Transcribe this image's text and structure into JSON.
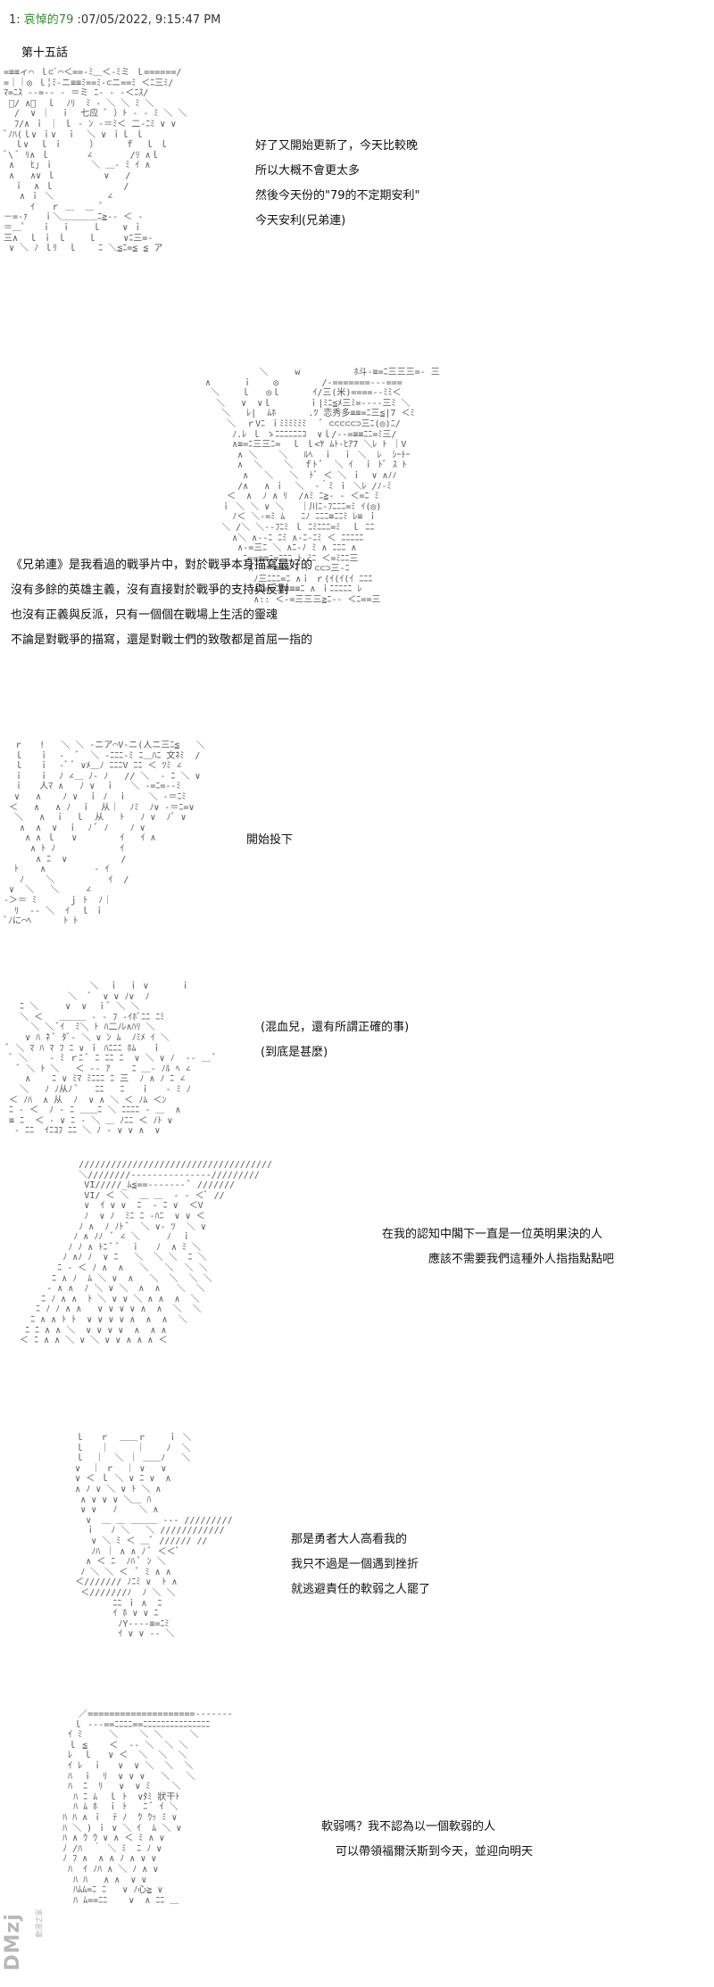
{
  "post": {
    "number": "1:",
    "author": "哀悼的79",
    "timestamp": ":07/05/2022, 9:15:47 PM"
  },
  "chapter_title": "第十五話",
  "panels": [
    {
      "art": "=≡≡ィ⌒ ｌ⊂ﾞ⌒＜==‐ﾐ＿＜‐ﾐミ ｌ======/\n=｜｜◎ ｌ╎ﾐ‐ニ≡≡ﾐ==ﾐ‐⊂ニ==ﾐ ＜ﾆ三ﾐ/\nﾏ=ﾆｽ ‐‐=‐‐ ‐ ＝ミ ﾆ‐ ‐ ‐＜ﾆｽ/\n ﾟ/ ∧｜  ｌ  ﾉﾘ  ﾐ ‐ ＼ ＼ ﾐ ＼\n  /  ∨ ｜  ｉ  七应 ﾞ ）ﾄ ‐ ‐ ﾐ ＼ ＼\n  ﾌ/∧ ｉ ｜ ｌ ‐ ﾝ ‐＝ﾐ＜ 二‐ﾆﾐ ∨ ∨\nﾞﾉﾊ(ｌ∨ ｉ∨  ｉ  ＼ ∨ ｉｌ ｌ\n  ｌ∨  ｌ ｉ     ）     ｆ  ｌ ｌ\nﾞ\\ ﾞ ﾘ∧ ｌ       ∠       /ﾘ ∧ｌ\n ∧   ﾋ｣ ｉ       ＼ ＿‐ ﾐ ｲ ∧\n ∧   ∧∨ ｌ         ∨   /\n  ｉ  ∧ ｌ             /\n   ∧ ｉ ＼          ∠\n     ｲ   ｒ ＿  ＿ ﾟ\n－=‐ｧ   ｉ＼＿＿＿＿ﾆ≧-‐ ＜ ‐\n＝＿ﾟ   ｉ  ｉ    ｌ    ∨ ｉ\n三∧  ｌ ｉ ｌ    ｌ     ∨ﾆ三=‐\n ∨ ＼ ﾉ ｌﾘ  ｌ    ﾆ ＼≦ﾆ=≦ ≦ ア",
      "lines": [
        "好了又開始更新了，今天比較晚",
        "所以大概不會更太多",
        "然後今天份的\"79的不定期安利\"",
        "今天安利(兄弟連)"
      ]
    },
    {
      "art": "            ＼     w          ﾎ斗‐≡=ﾆ三三三=‐ 三\n  ∧      ｉ    ◎        /‐=======‐‐‐===\n   ＼    ｌ   ◎ｌ      ｲ/三(米)====‐‐ﾐﾐ＜\n    ＼   ∨  ∨ｌ       ｉ|ﾐﾆ≦ﾒ三ﾐ=-‐‐‐三ﾐ ＼\n     ＼   ﾚ|  ﾑﾎ      .ﾂ 恋秀多≡≡=ﾆ三≦|7 ＜ﾐ\n      ＼  ｒVﾆ ｉﾐﾐﾐﾐﾐﾐ   ﾞ ⊂⊂⊂⊂⊂⊃三ﾆ(◎)ﾆ/\n       ﾉ.ﾚ ｌ ゝﾆﾆﾆﾆﾆﾆｺ  ∨ｌ/‐‐=≡≡ﾆﾆ=ﾐ三/\n       ∧≡=ﾆ三三ﾆ=  ｌ ｌ<ﾔ ﾑﾄ‐ﾋｱ7 ＼ﾚ ﾄ ｜V\n        ∧ ＼    ＼   ﾙﾍ  ｉ  ｉ ＼  ﾚ  ｼｰﾄｰ\n        ∧  ＼    ＼  ｆﾄ ﾞ  ＼ ｲ  ｉ ﾄﾞ ｽ ﾄ\n         ∧   ＼   ＼  ﾄﾞ ＜ ＼ ｉ  ∨ ∧ﾉﾉ\n        /∧   ∧ ｉ  ＼  ‐｀ﾐ ｉ ＼ﾚ /ﾉ‐ﾐ\n      ＜  ∧  ﾉ ∧ ﾘ  /∧ﾐ ﾆ≧‐ ‐ ＜=ﾆ ﾐ\n     ｉ ＼ ＼ ∨ ＼   ｜川ﾆ‐ﾌﾆﾆﾆ=ﾐ ｲ(◎)\n       ﾉ＜ ＼‐=ﾐ ﾑ   ﾆﾉ ﾆﾆﾆ≡ﾆﾆﾐ ﾚ≡ ｉ\n     ＼ /＼ ＼‐‐ﾌﾆﾐ ｌ ﾆﾐﾆﾆﾆ=ﾐ  ｌ ﾆﾆ\n       ∧＼ ∧-‐ﾆ ﾆﾐ ∧‐ﾆ‐ﾆﾐ ＜ ﾆﾆﾆﾆﾆ\n        ∧‐=三ﾆ ＼ ∧ﾆ‐ﾉ ﾐ ∧ ﾆﾆﾆ ∧\n         ﾆ==≡≡ﾆ=ﾆﾆﾆ ﾄ ﾐﾆ ＜=ﾐﾆﾆ三\n          ∧‐‐＝≡≡≡ ﾐ ﾄ ⊂⊂⊃三‐ﾆ\n           ﾉ三ﾆﾆﾆ=ﾆ ∧ｉ ｒ(ｲ(ｲ(ｲ ﾆﾆﾆ\n           ∧ﾆ==ﾆ≡≡≡≡ﾆ ∧ ｉﾆﾆﾆﾆﾆ ﾚ\n           ∧:: ＜‐=三三三≧ﾆ‐‐ ＜ﾆ==三",
      "lines": [
        "《兄弟連》是我看過的戰爭片中，對於戰爭本身描寫最好的",
        "沒有多餘的英雄主義，沒有直接對於戰爭的支持與反對",
        "也沒有正義與反派，只有一個個在戰場上生活的靈魂",
        "不論是對戰爭的描寫，還是對戰士們的致敬都是首屈一指的"
      ]
    },
    {
      "art": "  ｒ   !   ＼ ＼ ‐ニア⌒V‐ニ(人ニ三ﾆ≦   ＼\n  ｌ   ｉ  ‐  ﾞ  ＼ ‐ﾆﾆﾆ‐ﾐ ﾆ＿ﾊﾆ 文ﾈﾐ  /\n  ｌ   ｉ  ‐ﾞ ﾞ ∨ﾒ＿ﾉ ﾆﾆﾆV ﾆﾆ ＜ ﾂﾐ ∠\n  ｉ   ｉ  ﾉ ∠＿ ﾉ‐ ﾉ   // ＼  ‐ ﾆ ＼ ∨\n  ｉ   人ﾏ ∧   ﾉ ∨  ｉ   ＼ ‐=ﾆ=‐‐ﾐ\n  ∨   ∧    ﾉ ∨  ｉ ﾉ  ｉ    ＼ ‐＝ﾆﾐ\n ＜   ∧   ∧ ﾉ  ｉ  从｜  ﾉﾐ  ﾉ∨ ‐＝ﾆ=∨\n  ＼   ∧  ｉ  ｌ  从   ﾄ   ﾉ ∨  ﾉﾞ ∨\n   ∧  ∧  ∨  ｉ  ﾉ ﾞ ﾉ    ﾉ ∨\n    ∧ ∧ ｌ   ∨        ｲ   ｲ ∧\n     ∧ ﾄ ﾉ            ｲ\n      ∧ ﾆ  ∨          /\n  ﾄ    ∧         ‐ ｲ\n   ﾉ    ＼          ｲ  /\n ∨  ＼   ＼     ∠\n‐＞＝ ﾐ      ｊ ﾄ  ﾉ｜\n  ﾘ  ‐‐ ＼  ｲ  ｌ ｉ\nﾞﾉに⌒ﾍ      ﾄ ﾄ",
      "lines": [
        "開始投下"
      ]
    },
    {
      "art": "                ＼  ｉ  ｉ ∨      ｉ\n            ＼  ﾞ  ∨ ∨ ﾉ∨  ﾉ\n   ﾆ ＼     ∨  ∨  ｉﾞ ＼ ＼\n   ＼ ＜   ＿＿＿ ‐ ‐ ﾌ ‐ｲﾎﾞﾆﾆ ﾆﾐ\n     ＼ ＼ ﾞｲ  ﾐ＼ ﾄ ﾊ二ﾉﾚ∧ﾊﾘ ＼\n    ∨ ﾊ ﾈ ﾞ ﾀﾞ‐ ＼ ∨ ﾝ ﾑ  ﾉﾐﾒ ｲ ＼\n ﾞ ＼ ﾏ ﾊ ﾏ ﾌ ﾆ ∨ ｉ ﾊﾆﾆﾆ ﾎﾑ   ｉ\n ﾞ ＼    ‐ ﾐ ｒﾆ ﾞ ﾆ ﾆﾆ ﾆ  ∨ ＼ ∨ ﾉ  ‐‐ ＿ ﾞ\n   ﾞ ＼ ﾄ ＼   ＜ ‐‐ ｱ    ﾆ ＿‐ ﾉﾙ ﾍ ∠\n    ∧    ﾆ ∨ ﾐﾏ ﾐﾆﾆﾆ ﾆ 三  ﾉ ∧ ﾉ ﾆ ∠\n   ＼   ﾉ ﾉ从ﾉ ﾞ   ﾆﾆ   ﾆ   ｉ   ‐ ﾐ ﾉ\n ＜ ﾉﾊ  ∧ 从  ﾉ  ∨ ∧ ＼ ＜ ﾉﾑ ＜ﾝ\n ﾆ ‐ ＜  ﾉ ‐ ﾆ ＿＿ﾆ ＼ ﾆﾆﾆﾆ ‐ ＿  ∧\n ≡ ﾆ  ＜ ‐ ∨ ﾆ ‐ ＼ ＿ ﾉﾆﾆ ＜ ﾉﾄ ∨\n  ‐ ﾆﾆ  ｲﾆｺﾌ ﾆﾆ ＼ ﾉ ‐ ∨ ∨ ∧  ∨",
      "lines": [
        "(混血兒，還有所謂正確的事)",
        "(到底是甚麼)"
      ]
    },
    {
      "art": "              ////////////////////////////////////\n              ＼////////‐‐‐‐‐‐‐‐‐‐‐‐‐‐‐/////////\n               VI/////_ﾑ≦==‐‐‐‐‐‐‐ ﾞ ///////\n               VI/ ＜ ＼  ＿ ＿  ‐ ‐ ＜ﾞ //\n               ∨  ｲ ∨ ∨  ﾆ  ‐ ﾆ ∨  ＜V\n               ﾉ  ∨ ﾉ  ﾐﾆ ﾆ ‐ﾊﾆ  ∨ ∨ ＜\n              ﾉ ∧  ﾉ ﾉﾄ ﾞ  ＼ ∨‐ ﾂ  ＼ ∨\n             ﾉ ∧ ﾉﾉ  ﾞ ∠ ＼     ﾉ  ｉ\n            ﾉ ﾉ ∧ ﾄﾆ ﾞ ﾞ  ｉ   ﾉ  ∧ ﾐ ＼\n           ﾉ ∧ﾉ ﾉ  ∨ ﾆ   ＼  ＼ ＼  ﾆ ＼\n          ﾆ ‐ ＜ ﾉ ∧  ∧   ＼   ＼  ＼ ＼\n         ﾆ ∧ ﾉ  ﾑ ＼ ∨  ∧   ＼  ＼  ＼ ＼\n        ‐ ∧ ∧  ﾉ ＼ ∨ ＼  ∧  ∧   ＼  ＼\n       ﾆ ﾉ ∧ ∧  ﾄ ＼ ∨ ∨ ＼ ∧ ∧  ∧  ＼\n      ﾆ ﾉ ﾉ ∧ ∧   ∨ ∨ ∨ ∨ ∧  ∧  ＼  ＼\n     ﾆ ∧ ∧ ﾄ ﾄ  ∨ ∨ ∨ ∨ ∧  ∧  ∧  ＼\n    ﾆ ﾆ ∧ ∧ ＼  ∨ ∨ ∨ ∨  ∧  ∧ ∧\n   ＜ ﾆ ∧ ∧ ＼ ∨ ＼ ∨ ∨ ∧ ∧ ∧ ＜",
      "lines": [
        "在我的認知中閣下一直是一位英明果決的人",
        "應該不需要我們這種外人指指點點吧"
      ]
    },
    {
      "art": "         ｌ   ｒ  ＿＿ｒ    ｉ ＼\n         ｌ   ｜     ｜    ﾉ  ＼\n         ｌ  ｜  ＼ ｜ ＿＿ﾉ   ＼\n         ∨  ｜ ｒ  ｜ ∨   ∨\n         ∨ ＜ ｌ ＼ ∨ ﾆ ∨  ∧\n         ∧ ﾉ ∨ ＼ ∨ ﾄ ＼ ∧\n          ∧ ∨ ∨ ∨ ＼＿ ﾊ\n          ∨ ∨   ﾉ    ＼ ∧\n           ∨  ＿ ＿ ＿＿＿ ‐‐‐ /////////\n           ｉ   ﾉ ＼   ＼ ////////////\n            ∨ ＼ ﾐ ＜ ＿ﾞ ////// //\n            ﾉﾊ ｜ ∧ ∧ ﾉ ﾞ ＜＜ﾞ\n           ∧ ＜ ﾆ  ﾉﾊ ﾞ ﾝ ＼\n          ﾉ ＼ ＼ ＜  ﾞ ﾐ ∧ ∧\n         ＜/////// ﾉﾆﾐ ∨  ﾄ ∧\n          ＜///////ﾉ  ﾉ ＼ ＼\n                ﾆﾆ ｉ ∧  ﾆ\n                ｲ ﾎ ∨ ∨ ﾆ\n                 ﾉY‐‐‐‐≡=ﾆﾐ\n                 ｲ ∨ ∨ ‐‐ ＼",
      "lines": [
        "那是勇者大人高看我的",
        "我只不過是一個遇到挫折",
        "就逃避責任的軟弱之人罷了"
      ]
    },
    {
      "art": "        ／====================‐‐‐‐‐‐‐\n       ｌ ‐‐‐==ﾆﾆﾆﾆ==ﾆﾆﾆﾆﾆﾆﾆﾆﾆﾆﾆﾆﾆﾆﾆ\n      ｲ ﾐ     ＼    ＼ ＼     ＼\n      ｌ ≦    ＜  ‐‐ ＼  ＼ ＼\n      ﾚ  ｌ   ∨ ＜  ＼  ＼  ＼\n      ｲ ﾚ  ｉ   ∨  ∨ ＼  ＼  ＼\n      ﾊ  ｉ  ﾘ  ∨ ∨ ∨   ＼   ＼\n      ﾊ  ﾆ  ﾘ   ∨  ∨ ﾐ    ＼\n       ﾊ ﾆ ﾑ  ｌ ﾄ  ∨ﾀﾐ 狀干ﾄ\n       ﾊ ﾑ ﾎ  ｉ ﾄ   ﾆ ﾞ ｲ ＼\n     ﾊ ﾊ ∧ ｉ  ﾃ ﾉ  ｳ ｳｯ ﾐ ∨\n     ﾊ ＼ ) ｉ ∨ ＼ ｲ  ﾑ ＼ ∨\n     ﾊ ∧ ｳ ｳ ∨ ∧ ＜ ﾐ ∧ ∨\n     ﾉ /ﾊ  ｀ ＼ ﾐ  ﾆ ﾉ ∨\n     ﾉ ﾌ ∧  ∧ ∧ ﾉ ∧ ∨ ∨\n      ﾊ  ｲ ﾉﾊ ∧ ＼ ﾉ ∧ ∨\n       ﾊ ﾊ   ∧ ∧  ∨ ∨\n       ﾊﾑﾑ=ﾆ ﾆ   ∨ ﾉ心≧ ∨\n       ﾊ ﾑ==ﾆﾆ    ∨  ∧ ﾆﾆ ＿",
      "lines": [
        "軟弱嗎？我不認為以一個軟弱的人",
        "可以帶領福爾沃斯到今天，並迎向明天"
      ]
    }
  ],
  "watermark": {
    "text": "DMzj",
    "sub": "動漫之家"
  }
}
